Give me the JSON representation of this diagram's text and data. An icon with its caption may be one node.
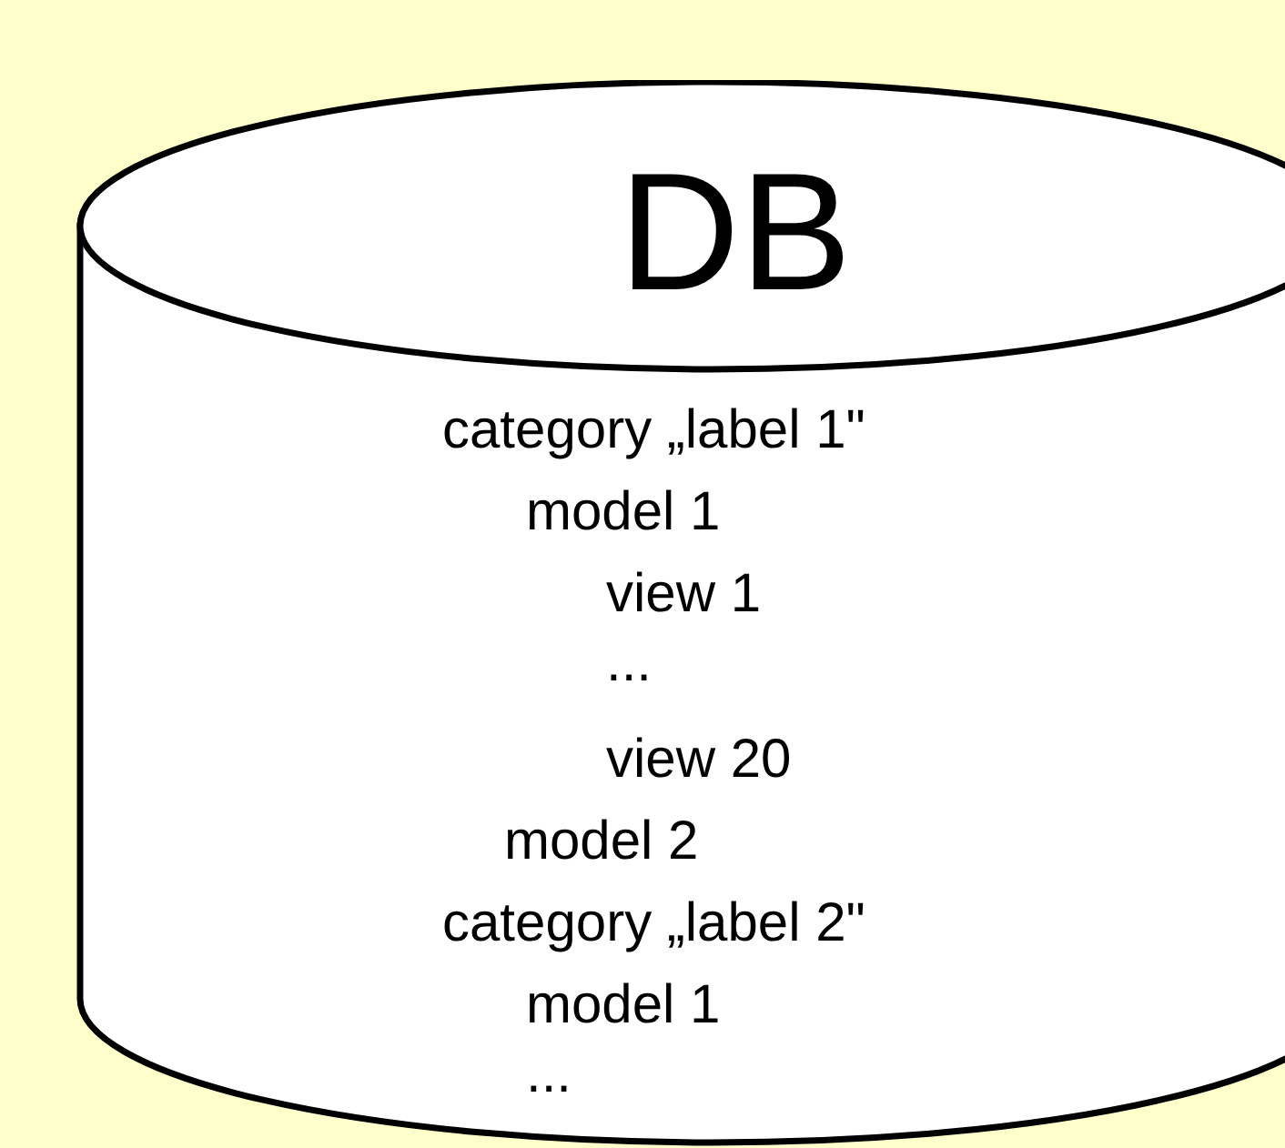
{
  "diagram": {
    "nodes": [
      {
        "text": [
          "DB",
          "category „label 1\"",
          "model 1",
          "view 1",
          "...",
          "view 20",
          "model 2",
          "category „label 2\"",
          "model 1",
          "..."
        ]
      }
    ]
  }
}
